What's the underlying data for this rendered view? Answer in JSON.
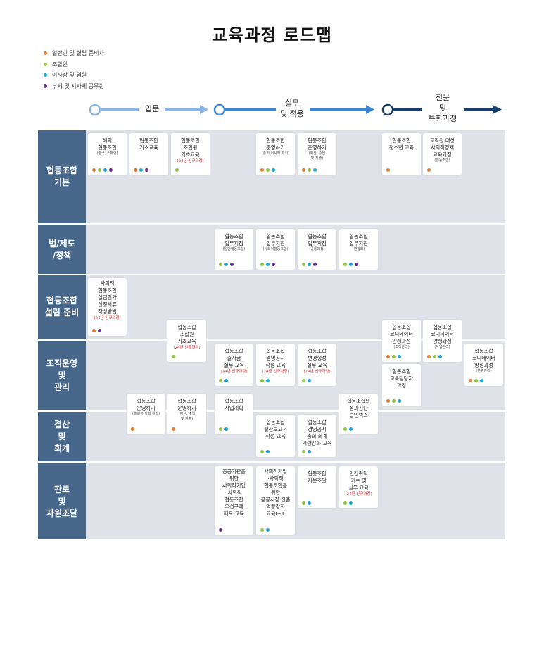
{
  "title": "교육과정 로드맵",
  "colors": {
    "general": "#e07a2e",
    "member": "#8cc63f",
    "officer": "#1ba4d8",
    "public": "#6a2c91",
    "row_label_bg": "#46668a",
    "band_bg": "#dfe3e9",
    "new_course": "#d12b2b"
  },
  "legend": [
    {
      "label": "일반인 및 설립 준비자",
      "color": "#e07a2e"
    },
    {
      "label": "조합원",
      "color": "#8cc63f"
    },
    {
      "label": "이사장 및 임원",
      "color": "#1ba4d8"
    },
    {
      "label": "부처 및 지자체 공무원",
      "color": "#6a2c91"
    }
  ],
  "stages": [
    {
      "label": "입문",
      "color": "#8ab4e2"
    },
    {
      "label": "실무\n및 적용",
      "color": "#3b84d0"
    },
    {
      "label": "전문\n및\n특화과정",
      "color": "#1a3f6b"
    }
  ],
  "rows": [
    {
      "label": "협동조합\n기본"
    },
    {
      "label": "법/제도\n/정책"
    },
    {
      "label": "협동조합\n설립 준비"
    },
    {
      "label": "조직운영\n및\n관리"
    },
    {
      "label": "결산\n및\n회계"
    },
    {
      "label": "판로\n및\n자원조달"
    }
  ],
  "cards": [
    {
      "title": "해외\n협동조합",
      "sub": "(영국, 스페인)",
      "new": "",
      "dots": [
        "general",
        "member",
        "officer",
        "public"
      ]
    },
    {
      "title": "협동조합\n기초교육",
      "sub": "",
      "new": "",
      "dots": [
        "general",
        "officer",
        "public"
      ]
    },
    {
      "title": "협동조합\n조합원\n기초교육",
      "sub": "",
      "new": "(24년 신규과정)",
      "dots": [
        "member"
      ]
    },
    {
      "title": "협동조합\n운영하기",
      "sub": "(총회 이사회 개최)",
      "new": "",
      "dots": [
        "general",
        "member",
        "officer"
      ]
    },
    {
      "title": "협동조합\n운영하기",
      "sub": "(예산, 수입\n및 지출)",
      "new": "",
      "dots": [
        "general",
        "member",
        "officer"
      ]
    },
    {
      "title": "협동조합\n청소년 교육",
      "sub": "",
      "new": "",
      "dots": [
        "general"
      ]
    },
    {
      "title": "교직원 대상\n사회적경제\n교육과정",
      "sub": "(협동조합)",
      "new": "",
      "dots": [
        "general"
      ]
    },
    {
      "title": "협동조합\n업무지침",
      "sub": "(일반협동조합)",
      "new": "",
      "dots": [
        "member",
        "officer",
        "public"
      ]
    },
    {
      "title": "협동조합\n업무지침",
      "sub": "(사회적협동조합)",
      "new": "",
      "dots": [
        "member",
        "officer",
        "public"
      ]
    },
    {
      "title": "협동조합\n업무지침",
      "sub": "(공통과정)",
      "new": "",
      "dots": [
        "member",
        "officer",
        "public"
      ]
    },
    {
      "title": "협동조합\n업무지침",
      "sub": "(연합회)",
      "new": "",
      "dots": [
        "member",
        "officer",
        "public"
      ]
    },
    {
      "title": "사회적\n협동조합\n설립인가\n신청서류\n작성방법",
      "sub": "",
      "new": "(24년 신규과정)",
      "dots": [
        "general",
        "public"
      ]
    },
    {
      "title": "협동조합\n조합원\n기초교육",
      "sub": "",
      "new": "(24년 신규과정)",
      "dots": [
        "member"
      ]
    },
    {
      "title": "협동조합\n코디네이터\n양성과정",
      "sub": "(조직관리)",
      "new": "",
      "dots": [
        "general",
        "member",
        "officer"
      ]
    },
    {
      "title": "협동조합\n코디네이터\n양성과정",
      "sub": "(사업관리)",
      "new": "",
      "dots": [
        "general",
        "member",
        "officer"
      ]
    },
    {
      "title": "협동조합\n출자금\n실무 교육",
      "sub": "",
      "new": "(24년 신규과정)",
      "dots": [
        "member",
        "officer"
      ]
    },
    {
      "title": "협동조합\n경영공시\n작성 교육",
      "sub": "",
      "new": "(24년 신규과정)",
      "dots": [
        "member",
        "officer"
      ]
    },
    {
      "title": "협동조합\n변경행정\n실무 교육",
      "sub": "",
      "new": "(24년 신규과정)",
      "dots": [
        "member",
        "officer"
      ]
    },
    {
      "title": "협동조합\n코디네이터\n양성과정",
      "sub": "(운영관리)",
      "new": "",
      "dots": [
        "general",
        "member",
        "officer"
      ]
    },
    {
      "title": "협동조합\n교육담당자\n과정",
      "sub": "",
      "new": "",
      "dots": [
        "general",
        "member",
        "officer"
      ]
    },
    {
      "title": "협동조합\n운영하기",
      "sub": "(총회 이사회 개최)",
      "new": "",
      "dots": [
        "general"
      ]
    },
    {
      "title": "협동조합\n운영하기",
      "sub": "(예산, 수입\n및 지출)",
      "new": "",
      "dots": [
        "general"
      ]
    },
    {
      "title": "협동조합\n사업계획",
      "sub": "",
      "new": "",
      "dots": [
        "member",
        "officer"
      ]
    },
    {
      "title": "협동조합의\n성과진단\n큽인덱스",
      "sub": "",
      "new": "",
      "dots": [
        "member",
        "officer"
      ]
    },
    {
      "title": "협동조합\n결산보고서\n작성 교육",
      "sub": "",
      "new": "",
      "dots": [
        "member",
        "officer"
      ]
    },
    {
      "title": "협동조합\n경영공시\n총회 회계\n역량강화 교육",
      "sub": "",
      "new": "",
      "dots": [
        "member",
        "officer"
      ]
    },
    {
      "title": "공공기관을\n위한\n사회적기업\n·사회적\n협동조합\n우선구매\n제도 교육",
      "sub": "",
      "new": "",
      "dots": [
        "public"
      ]
    },
    {
      "title": "사회적기업\n·사회적\n협동조합을\n위한\n공공시장 진출\n역량강화\n교육Ⅰ~Ⅲ",
      "sub": "",
      "new": "",
      "dots": [
        "member",
        "officer"
      ]
    },
    {
      "title": "협동조합\n자본조달",
      "sub": "",
      "new": "",
      "dots": [
        "member",
        "officer"
      ]
    },
    {
      "title": "민간위탁\n기초 및\n실무 교육",
      "sub": "",
      "new": "(24년 신규과정)",
      "dots": [
        "member",
        "officer"
      ]
    }
  ]
}
